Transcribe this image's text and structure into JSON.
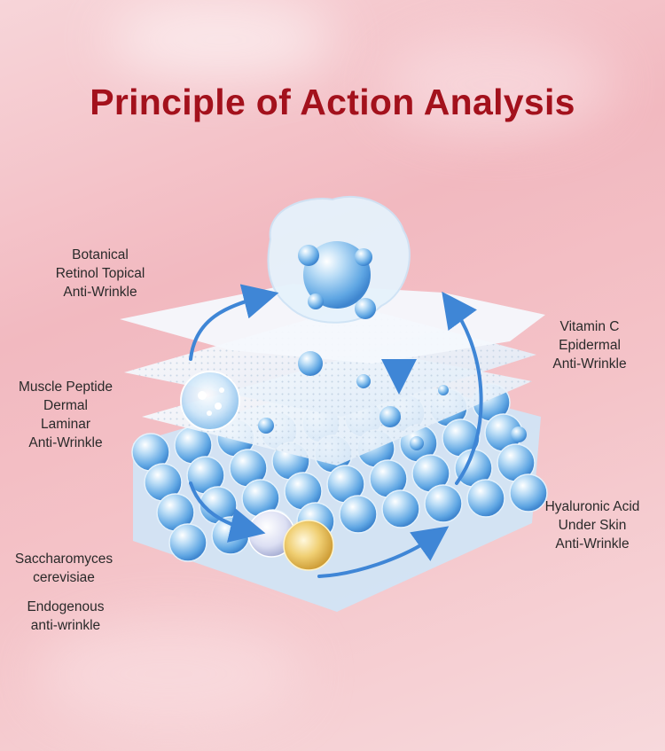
{
  "title": "Principle of Action Analysis",
  "labels": {
    "botanical": [
      "Botanical",
      "Retinol Topical",
      "Anti-Wrinkle"
    ],
    "muscle": [
      "Muscle Peptide",
      "Dermal",
      "Laminar",
      "Anti-Wrinkle"
    ],
    "saccharomyces": [
      "Saccharomyces",
      "cerevisiae"
    ],
    "endogenous": [
      "Endogenous",
      "anti-wrinkle"
    ],
    "vitamin": [
      "Vitamin C",
      "Epidermal",
      "Anti-Wrinkle"
    ],
    "hyaluronic": [
      "Hyaluronic Acid",
      "Under Skin",
      "Anti-Wrinkle"
    ]
  },
  "colors": {
    "title": "#a3111c",
    "label_text": "#2a2a2a",
    "arrow": "#3f86d6",
    "sphere": "#6fb4ea",
    "gold_sphere": "#e9c15c"
  },
  "icons": [
    "molecule-icon",
    "bubble-sphere-icon",
    "gold-sphere-icon",
    "pearl-sphere-icon",
    "curved-arrow-icon"
  ]
}
